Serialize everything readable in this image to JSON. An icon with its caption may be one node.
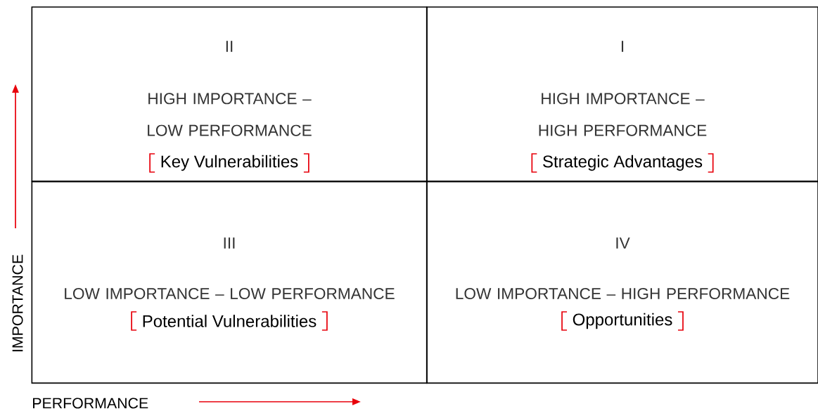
{
  "diagram": {
    "nodes": [
      {
        "text": [
          "II",
          "HIGH IMPORTANCE – LOW PERFORMANCE",
          "Key Vulnerabilities"
        ]
      },
      {
        "text": [
          "I",
          "HIGH IMPORTANCE – HIGH PERFORMANCE",
          "Strategic Advantages"
        ]
      },
      {
        "text": [
          "III",
          "LOW IMPORTANCE – LOW PERFORMANCE",
          "Potential Vulnerabilities"
        ]
      },
      {
        "text": [
          "IV",
          "LOW IMPORTANCE – HIGH PERFORMANCE",
          "Opportunities"
        ]
      }
    ],
    "labels": [
      "IMPORTANCE",
      "PERFORMANCE"
    ]
  }
}
